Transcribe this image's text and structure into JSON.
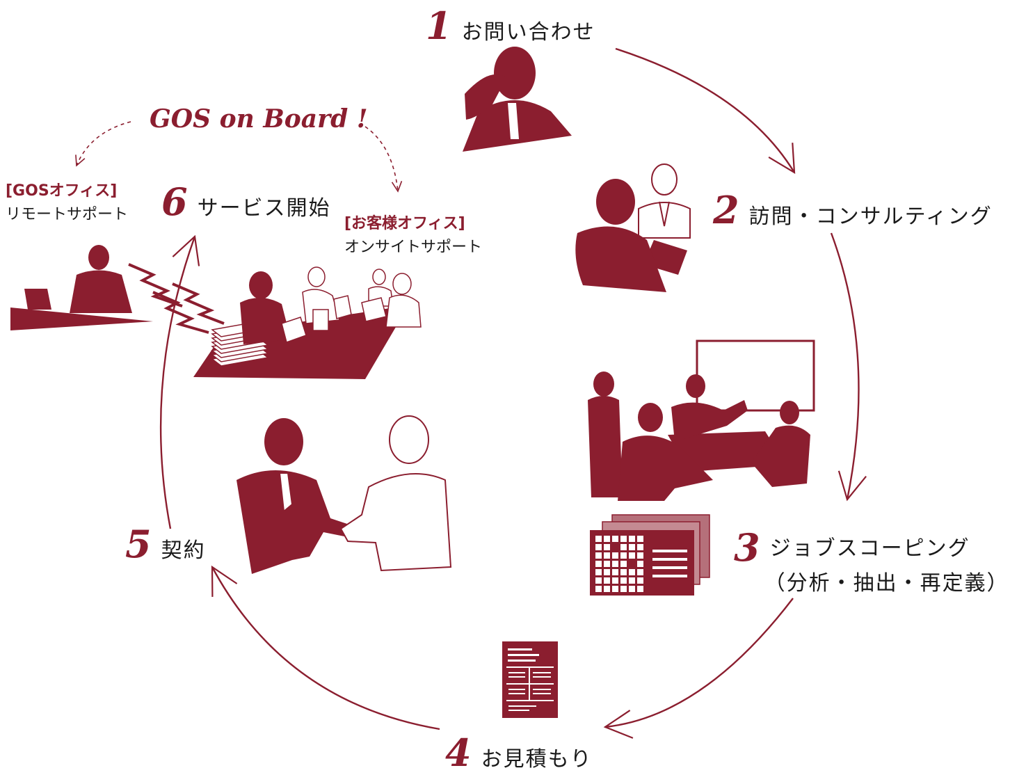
{
  "colors": {
    "accent": "#8b1e2f",
    "text": "#1a1a1a"
  },
  "steps": [
    {
      "num": "1",
      "label": "お問い合わせ"
    },
    {
      "num": "2",
      "label": "訪問・コンサルティング"
    },
    {
      "num": "3",
      "label": "ジョブスコーピング",
      "sub": "（分析・抽出・再定義）"
    },
    {
      "num": "4",
      "label": "お見積もり"
    },
    {
      "num": "5",
      "label": "契約"
    },
    {
      "num": "6",
      "label": "サービス開始"
    }
  ],
  "gos_title": "GOS on Board !",
  "remote": {
    "head": "[GOSオフィス]",
    "text": "リモートサポート"
  },
  "onsite": {
    "head": "[お客様オフィス]",
    "text": "オンサイトサポート"
  },
  "icons": [
    "phone-caller-icon",
    "consulting-meeting-icon",
    "whiteboard-meeting-icon",
    "spreadsheet-stack-icon",
    "estimate-document-icon",
    "handshake-icon",
    "remote-support-desk-icon",
    "onsite-office-team-icon"
  ]
}
